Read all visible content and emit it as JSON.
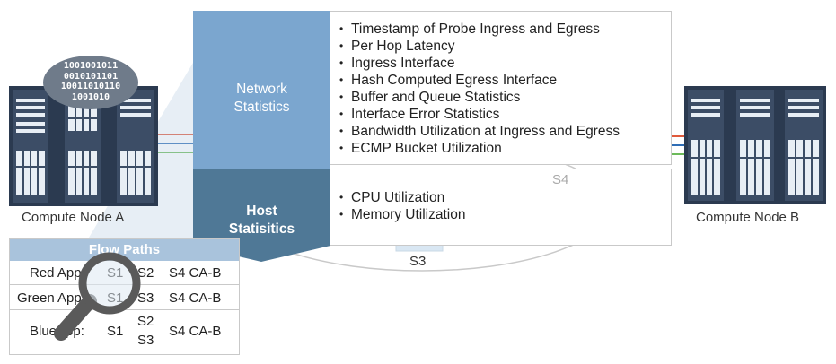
{
  "binary_bubble": {
    "lines": [
      "1001001011",
      "0010101101",
      "10011010110",
      "1001010"
    ]
  },
  "compute_node_a": {
    "label": "Compute Node A"
  },
  "compute_node_b": {
    "label": "Compute Node B"
  },
  "switches": {
    "s3": "S3",
    "s4": "S4"
  },
  "network_stats": {
    "title_line1": "Network",
    "title_line2": "Statistics",
    "items": [
      "Timestamp of Probe Ingress and Egress",
      "Per Hop Latency",
      "Ingress Interface",
      "Hash Computed Egress Interface",
      "Buffer and Queue Statistics",
      "Interface Error Statistics",
      "Bandwidth Utilization at Ingress and Egress",
      "ECMP Bucket Utilization"
    ]
  },
  "host_stats": {
    "title_line1": "Host",
    "title_line2": "Statisitics",
    "items": [
      "CPU Utilization",
      "Memory Utilization"
    ]
  },
  "flow_paths": {
    "title": "Flow Paths",
    "rows": [
      {
        "app": "Red App:",
        "hop1": "S1",
        "hop2": "S2",
        "hop3": "S4 CA-B"
      },
      {
        "app": "Green App:",
        "hop1": "S1",
        "hop2": "S3",
        "hop3": "S4 CA-B"
      },
      {
        "app": "BlueApp:",
        "hop1": "S1",
        "hop2a": "S2",
        "hop2b": "S3",
        "hop3": "S4 CA-B"
      }
    ]
  },
  "colors": {
    "network_arrow": "#7ba6cf",
    "host_arrow": "#4f7896",
    "rack_dark": "#2b3a50",
    "red_link": "#e05a3c",
    "blue_link": "#2f6db5",
    "green_link": "#6cba5a",
    "flow_header": "#a9c3dc"
  }
}
